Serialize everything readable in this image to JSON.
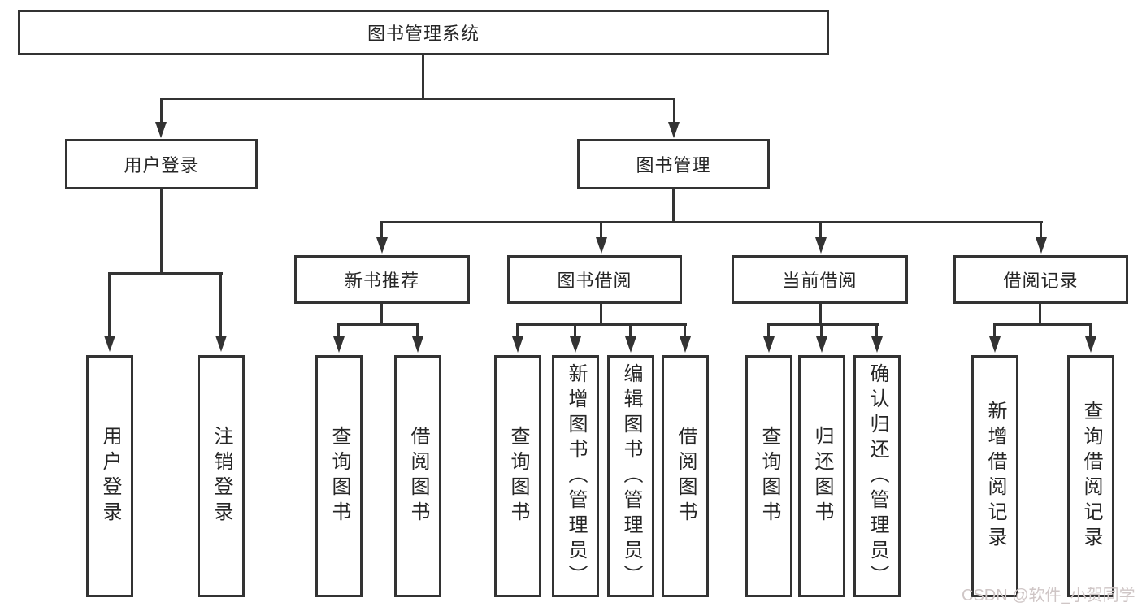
{
  "colors": {
    "line": "#333333",
    "text": "#262626",
    "box_background": "#ffffff",
    "page_background": "#ffffff",
    "watermark": "#cfc6c6"
  },
  "root": {
    "label": "图书管理系统"
  },
  "level1": [
    {
      "label": "用户登录"
    },
    {
      "label": "图书管理"
    }
  ],
  "level2": [
    {
      "label": "新书推荐"
    },
    {
      "label": "图书借阅"
    },
    {
      "label": "当前借阅"
    },
    {
      "label": "借阅记录"
    }
  ],
  "leaves": {
    "user_login": [
      {
        "label": "用户登录"
      },
      {
        "label": "注销登录"
      }
    ],
    "new_book_recommend": [
      {
        "label": "查询图书"
      },
      {
        "label": "借阅图书"
      }
    ],
    "book_borrow": [
      {
        "label": "查询图书"
      },
      {
        "label": "新增图书（管理员）"
      },
      {
        "label": "编辑图书（管理员）"
      },
      {
        "label": "借阅图书"
      }
    ],
    "current_borrow": [
      {
        "label": "查询图书"
      },
      {
        "label": "归还图书"
      },
      {
        "label": "确认归还（管理员）"
      }
    ],
    "borrow_record": [
      {
        "label": "新增借阅记录"
      },
      {
        "label": "查询借阅记录"
      }
    ]
  },
  "watermark": {
    "text": "CSDN @软件_小贺同学"
  }
}
